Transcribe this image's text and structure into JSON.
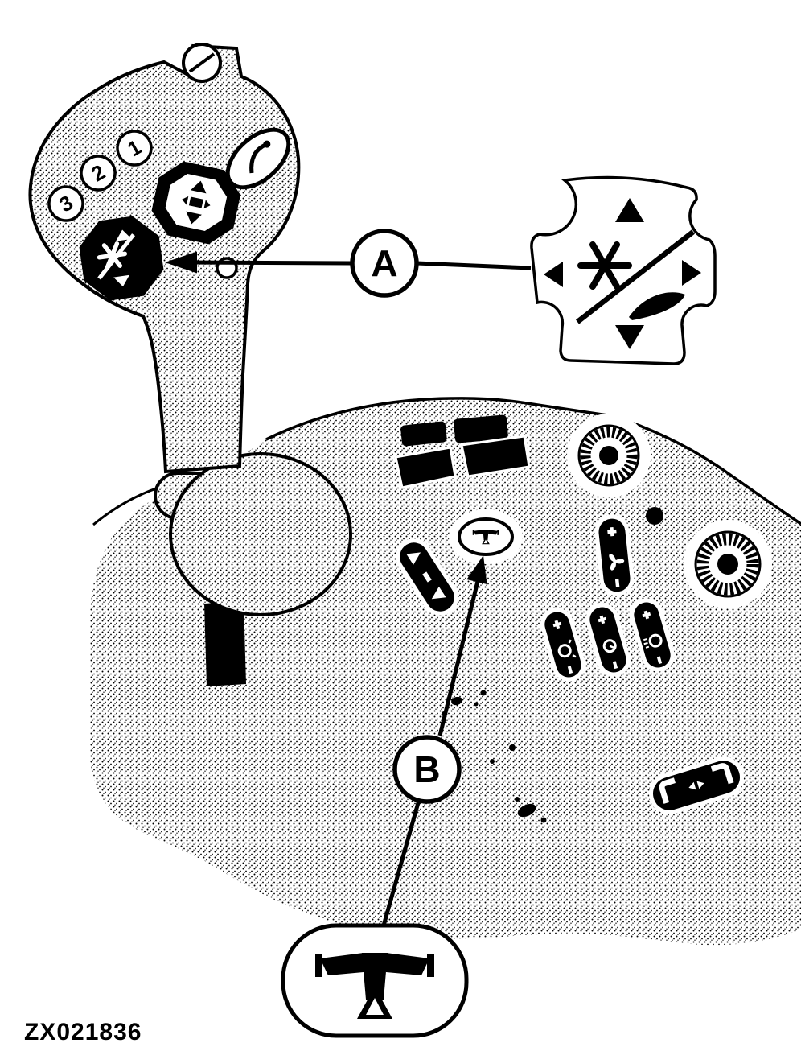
{
  "figure": {
    "code": "ZX021836",
    "callout_a": "A",
    "callout_b": "B"
  },
  "joystick": {
    "button_labels": [
      "1",
      "2",
      "3"
    ]
  },
  "icons": {
    "callout_a_target": "four-way-rocker-snowflake-button",
    "callout_a_detail": "four-way-pad-arrows-snowflake-diagonal-icon",
    "callout_b_target": "oval-console-button",
    "callout_b_detail": "winged-up-arrow-icon"
  }
}
